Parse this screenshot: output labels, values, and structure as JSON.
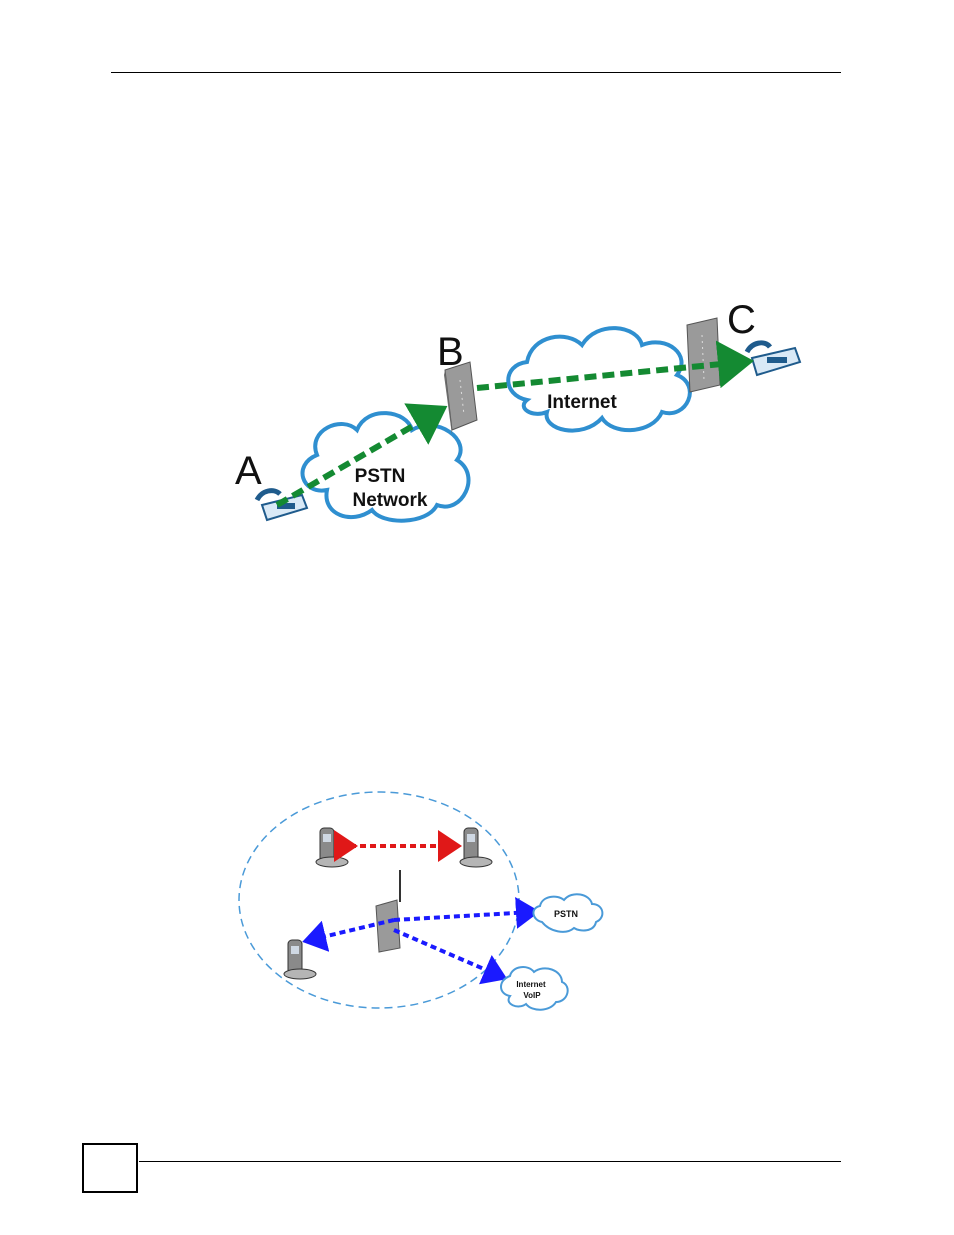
{
  "figure1": {
    "labels": {
      "a": "A",
      "b": "B",
      "c": "C"
    },
    "clouds": {
      "pstn_line1": "PSTN",
      "pstn_line2": "Network",
      "internet": "Internet"
    },
    "colors": {
      "arrow": "#148a32",
      "cloud_edge": "#2f8fd0",
      "cloud_fill": "#ffffff",
      "phone": "#5b9bd5"
    }
  },
  "figure2": {
    "clouds": {
      "pstn": "PSTN",
      "internet_line1": "Internet",
      "internet_line2": "VoIP"
    },
    "colors": {
      "internal_arrow": "#e01818",
      "external_arrow": "#1a1aff",
      "boundary": "#4a9ad8"
    }
  }
}
